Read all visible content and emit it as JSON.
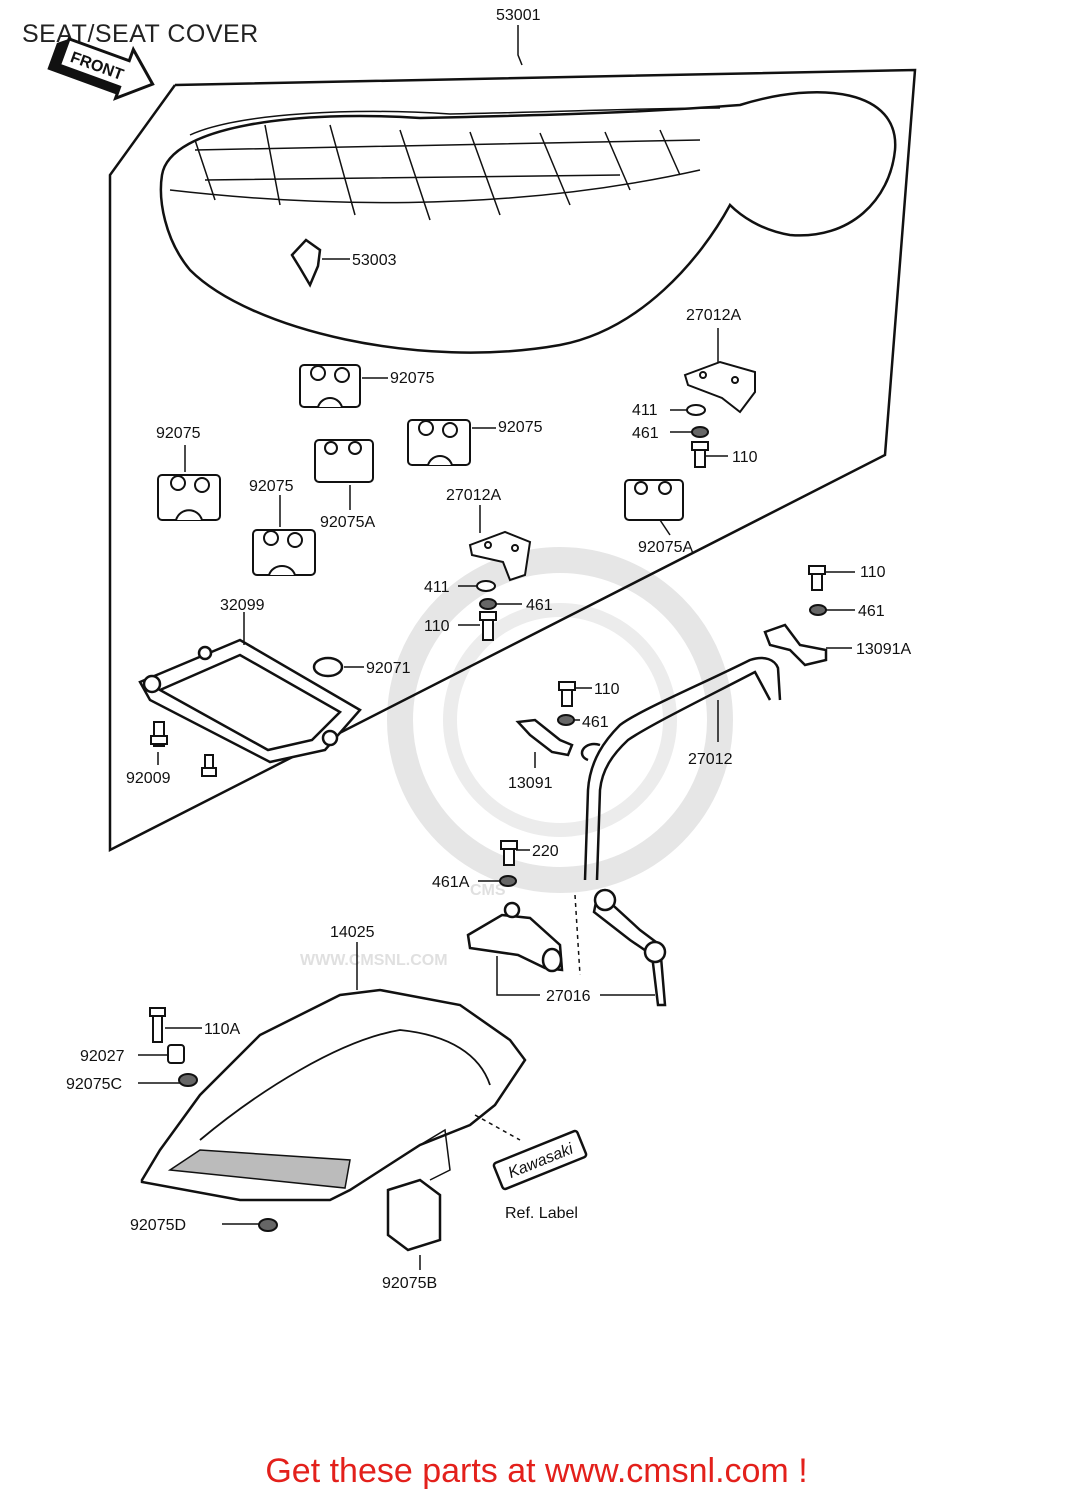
{
  "page": {
    "title": "SEAT/SEAT COVER"
  },
  "watermark": {
    "brand": "CMS",
    "url": "WWW.CMSNL.COM"
  },
  "diagram": {
    "front_label": "FRONT",
    "parts": {
      "p53001": "53001",
      "p53003": "53003",
      "p27012A_top": "27012A",
      "p92075_a": "92075",
      "p92075_b": "92075",
      "p92075_c": "92075",
      "p92075_d": "92075",
      "p92075A_a": "92075A",
      "p92075A_b": "92075A",
      "p411_a": "411",
      "p461_a": "461",
      "p110_a": "110",
      "p27012A_mid": "27012A",
      "p411_b": "411",
      "p461_b": "461",
      "p110_b": "110",
      "p32099": "32099",
      "p92071": "92071",
      "p92009": "92009",
      "p110_c": "110",
      "p461_c": "461",
      "p13091A": "13091A",
      "p110_d": "110",
      "p461_d": "461",
      "p13091": "13091",
      "p27012": "27012",
      "p220": "220",
      "p461A": "461A",
      "p14025": "14025",
      "p27016": "27016",
      "p110A": "110A",
      "p92027": "92027",
      "p92075C": "92075C",
      "p92075D": "92075D",
      "p92075B": "92075B"
    },
    "ref_label": "Ref.  Label",
    "label_badge": "Kawasaki"
  },
  "footer": {
    "text": "Get these parts at www.cmsnl.com !"
  }
}
